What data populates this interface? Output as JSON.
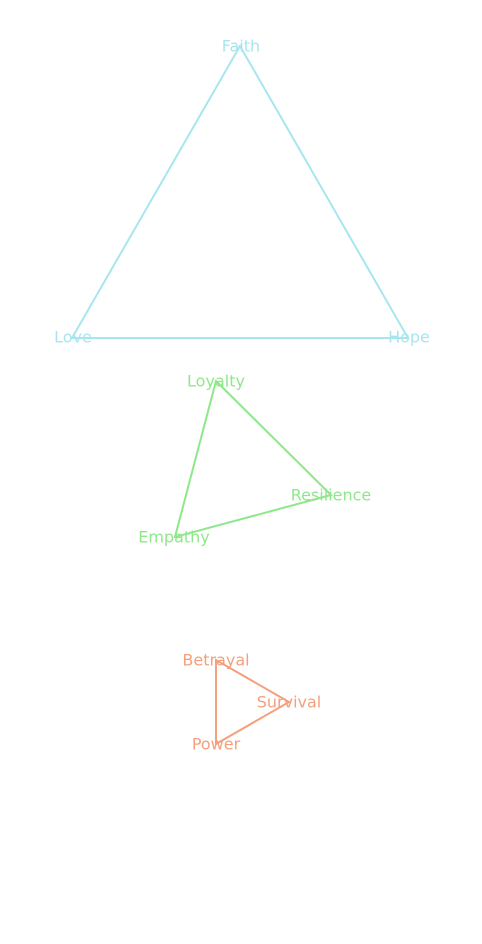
{
  "colors": {
    "background": "#ffffff",
    "cyan": "#a8e6ef",
    "green": "#8ee88a",
    "orange": "#f4a07c"
  },
  "triangles": [
    {
      "color_key": "cyan",
      "vertices": [
        "Faith",
        "Hope",
        "Love"
      ]
    },
    {
      "color_key": "green",
      "vertices": [
        "Loyalty",
        "Resilience",
        "Empathy"
      ]
    },
    {
      "color_key": "orange",
      "vertices": [
        "Betrayal",
        "Survival",
        "Power"
      ]
    }
  ]
}
